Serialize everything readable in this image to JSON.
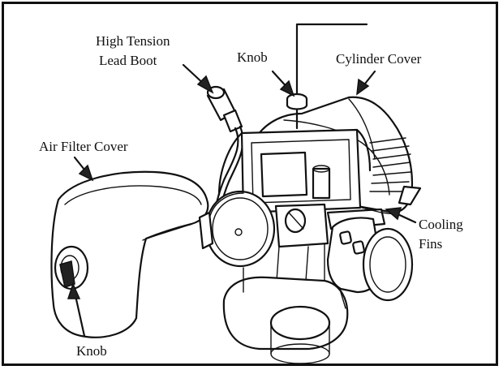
{
  "labels": {
    "high_tension_line1": "High Tension",
    "high_tension_line2": "Lead Boot",
    "knob_top": "Knob",
    "cylinder_cover": "Cylinder Cover",
    "air_filter_cover": "Air Filter Cover",
    "cooling_line1": "Cooling",
    "cooling_line2": "Fins",
    "knob_bottom": "Knob"
  },
  "colors": {
    "ink": "#111111",
    "background": "#ffffff"
  }
}
